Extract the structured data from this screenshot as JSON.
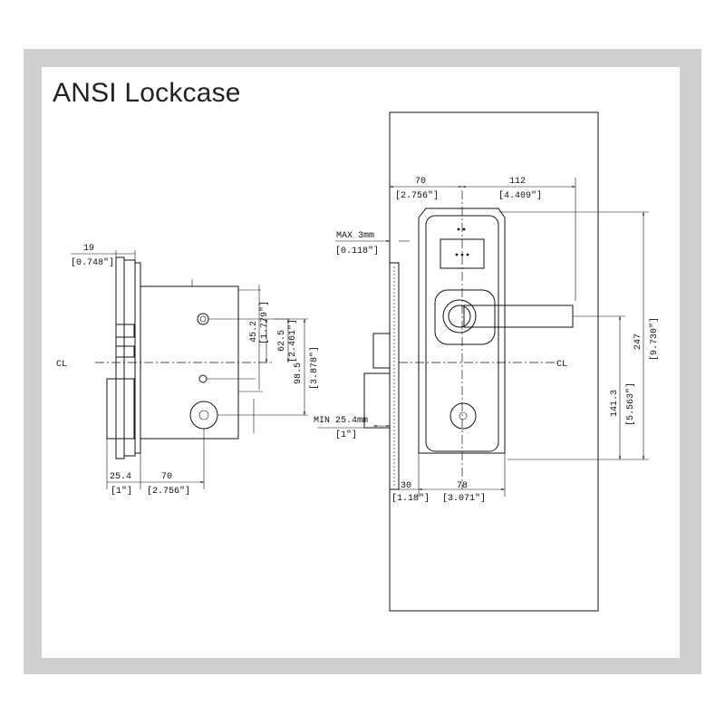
{
  "title": "ANSI Lockcase",
  "labels": {
    "cl_left": "CL",
    "cl_right": "CL"
  },
  "dims": {
    "d19": "19",
    "d19_in": "[0.748\"]",
    "d45_2": "45.2",
    "d45_2_in": "[1.779\"]",
    "d62_5": "62.5",
    "d62_5_in": "[2.461\"]",
    "d98_5": "98.5",
    "d98_5_in": "[3.878\"]",
    "d25_4": "25.4",
    "d25_4_in": "[1\"]",
    "d70_left": "70",
    "d70_left_in": "[2.756\"]",
    "d70_top": "70",
    "d70_top_in": "[2.756\"]",
    "d112": "112",
    "d112_in": "[4.409\"]",
    "max3": "MAX 3mm",
    "max3_in": "[0.118\"]",
    "min25": "MIN 25.4mm",
    "min25_in": "[1\"]",
    "d247": "247",
    "d247_in": "[9.730\"]",
    "d141_3": "141.3",
    "d141_3_in": "[5.563\"]",
    "d30": "30",
    "d30_in": "[1.18\"]",
    "d78": "78",
    "d78_in": "[3.071\"]"
  }
}
